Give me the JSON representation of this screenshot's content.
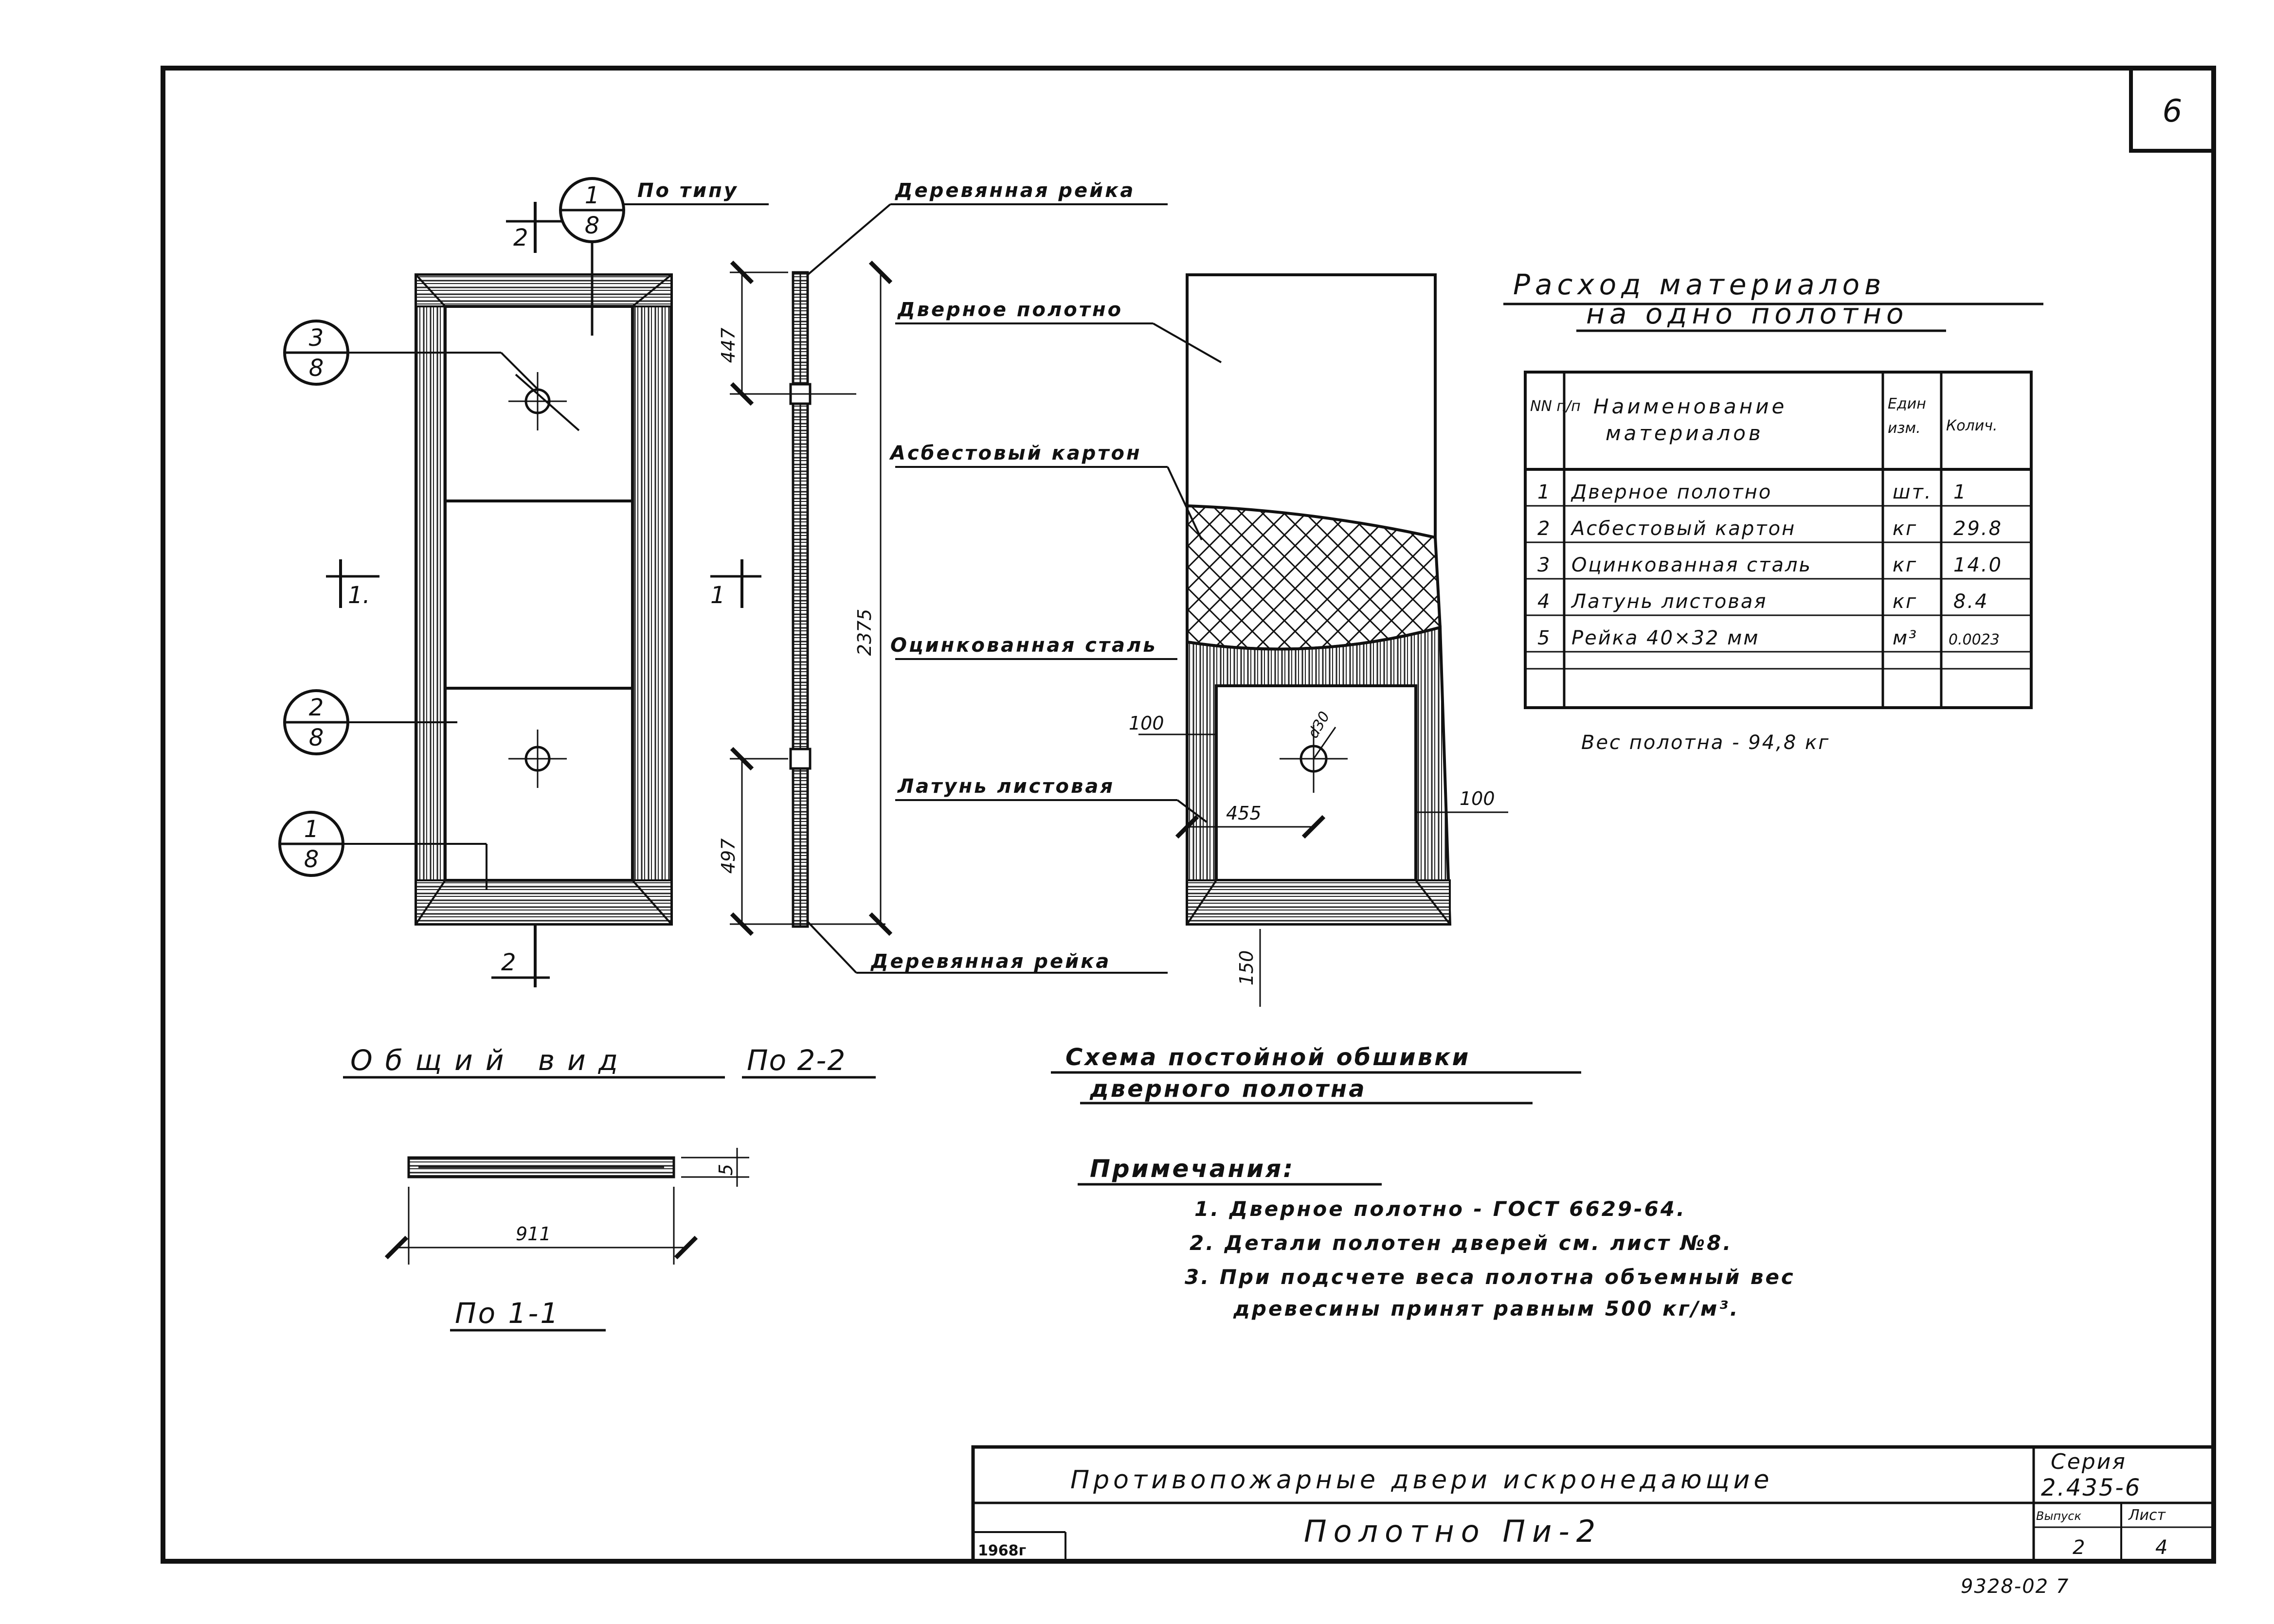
{
  "sheet_number": "6",
  "labels": {
    "po_tipu": "По типу",
    "wood_rail_top": "Деревянная рейка",
    "door_leaf": "Дверное полотно",
    "asbestos": "Асбестовый картон",
    "galv_steel": "Оцинкованная сталь",
    "brass": "Латунь листовая",
    "wood_rail_bottom": "Деревянная рейка"
  },
  "callouts": {
    "c1_top": "1",
    "c1_bot": "8",
    "c3_top": "3",
    "c3_bot": "8",
    "c2_top": "2",
    "c2_bot": "8",
    "c1b_top": "1",
    "c1b_bot": "8"
  },
  "section_marks": {
    "s2_top": "2",
    "s2_bottom": "2",
    "s1_left": "1.",
    "s1_right": "1"
  },
  "dims": {
    "d447": "447",
    "d497": "497",
    "d2375": "2375",
    "d100a": "100",
    "d100b": "100",
    "d455": "455",
    "d150": "150",
    "dia": "d30",
    "d911": "911",
    "d5": "5"
  },
  "captions": {
    "general_view": "Общий вид",
    "po22": "По 2-2",
    "po11": "По 1-1",
    "scheme_line1": "Схема постойной обшивки",
    "scheme_line2": "дверного полотна"
  },
  "materials": {
    "title_line1": "Расход материалов",
    "title_line2": "на одно полотно",
    "headers": {
      "num": "NN п/п",
      "name_line1": "Наименование",
      "name_line2": "материалов",
      "unit_line1": "Един",
      "unit_line2": "изм.",
      "qty": "Колич."
    },
    "rows": [
      {
        "n": "1",
        "name": "Дверное полотно",
        "unit": "шт.",
        "qty": "1"
      },
      {
        "n": "2",
        "name": "Асбестовый картон",
        "unit": "кг",
        "qty": "29.8"
      },
      {
        "n": "3",
        "name": "Оцинкованная сталь",
        "unit": "кг",
        "qty": "14.0"
      },
      {
        "n": "4",
        "name": "Латунь листовая",
        "unit": "кг",
        "qty": "8.4"
      },
      {
        "n": "5",
        "name": "Рейка 40×32 мм",
        "unit": "м³",
        "qty": "0.0023"
      }
    ],
    "weight": "Вес полотна - 94,8 кг"
  },
  "notes": {
    "title": "Примечания:",
    "items": [
      "1.  Дверное полотно - ГОСТ 6629-64.",
      "2.  Детали полотен дверей см. лист №8.",
      "3.  При подсчете веса полотна объемный вес",
      "древесины принят равным 500 кг/м³."
    ]
  },
  "stamp": {
    "title": "Противопожарные двери искронедающие",
    "sheet_name": "Полотно Пи-2",
    "year": "1968г",
    "series_label": "Серия",
    "series_value": "2.435-6",
    "issue_label": "Выпуск",
    "issue_value": "2",
    "sheet_label": "Лист",
    "sheet_value": "4"
  },
  "footer_code": "9328-02  7"
}
